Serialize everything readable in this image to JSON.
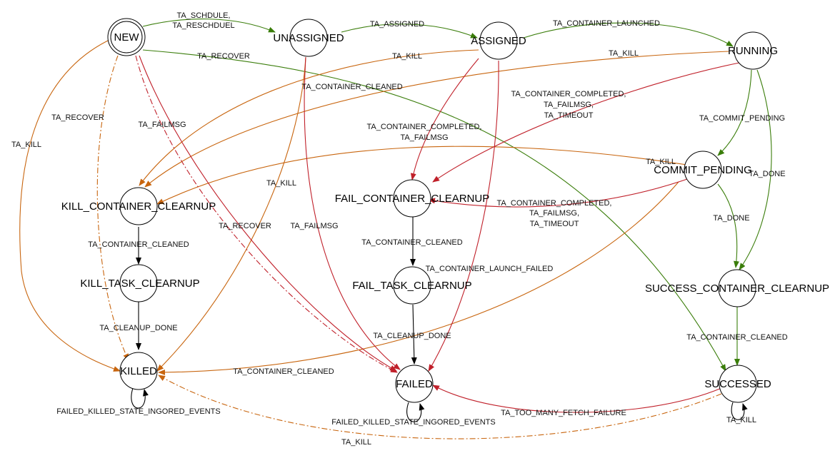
{
  "colors": {
    "green": "#3a7d0a",
    "orange": "#c8650e",
    "red": "#c0202a",
    "black": "#000000"
  },
  "states": {
    "new": "NEW",
    "unassigned": "UNASSIGNED",
    "assigned": "ASSIGNED",
    "running": "RUNNING",
    "commit_pending": "COMMIT_PENDING",
    "kill_container_clearnup": "KILL_CONTAINER_CLEARNUP",
    "fail_container_clearnup": "FAIL_CONTAINER_CLEARNUP",
    "kill_task_clearnup": "KILL_TASK_CLEARNUP",
    "fail_task_clearnup": "FAIL_TASK_CLEARNUP",
    "success_container_clearnup": "SUCCESS_CONTAINER_CLEARNUP",
    "killed": "KILLED",
    "failed": "FAILED",
    "successed": "SUCCESSED"
  },
  "edge_labels": {
    "ta_schdule": "TA_SCHDULE,",
    "ta_reschduel": "TA_RESCHDUEL",
    "ta_assigned": "TA_ASSIGNED",
    "ta_container_launched": "TA_CONTAINER_LAUNCHED",
    "ta_recover_top": "TA_RECOVER",
    "ta_kill_assigned": "TA_KILL",
    "ta_kill_running": "TA_KILL",
    "ta_container_cleaned_top": "TA_CONTAINER_CLEANED",
    "ta_recover_left": "TA_RECOVER",
    "ta_failmsg_left": "TA_FAILMSG",
    "ta_kill_far_left": "TA_KILL",
    "ta_kill_unassigned": "TA_KILL",
    "ta_recover_mid": "TA_RECOVER",
    "ta_failmsg_mid": "TA_FAILMSG",
    "tcc_running_1": "TA_CONTAINER_COMPLETED,",
    "tcc_running_2": "TA_FAILMSG,",
    "tcc_running_3": "TA_TIMEOUT",
    "tcc_assigned_1": "TA_CONTAINER_COMPLETED,",
    "tcc_assigned_2": "TA_FAILMSG",
    "ta_commit_pending": "TA_COMMIT_PENDING",
    "ta_kill_commit": "TA_KILL",
    "ta_done_right": "TA_DONE",
    "ta_done_commit": "TA_DONE",
    "tcc_commit_1": "TA_CONTAINER_COMPLETED,",
    "tcc_commit_2": "TA_FAILMSG,",
    "tcc_commit_3": "TA_TIMEOUT",
    "ta_container_cleaned_kill": "TA_CONTAINER_CLEANED",
    "ta_container_cleaned_fail": "TA_CONTAINER_CLEANED",
    "ta_container_launch_failed": "TA_CONTAINER_LAUNCH_FAILED",
    "ta_cleanup_done_kill": "TA_CLEANUP_DONE",
    "ta_cleanup_done_fail": "TA_CLEANUP_DONE",
    "ta_container_cleaned_success": "TA_CONTAINER_CLEANED",
    "ta_container_cleaned_bottom": "TA_CONTAINER_CLEANED",
    "ta_too_many_fetch_failure": "TA_TOO_MANY_FETCH_FAILURE",
    "failed_killed_killed": "FAILED_KILLED_STATE_INGORED_EVENTS",
    "failed_killed_failed": "FAILED_KILLED_STATE_INGORED_EVENTS",
    "ta_kill_successed_self": "TA_KILL",
    "ta_kill_bottom": "TA_KILL"
  }
}
